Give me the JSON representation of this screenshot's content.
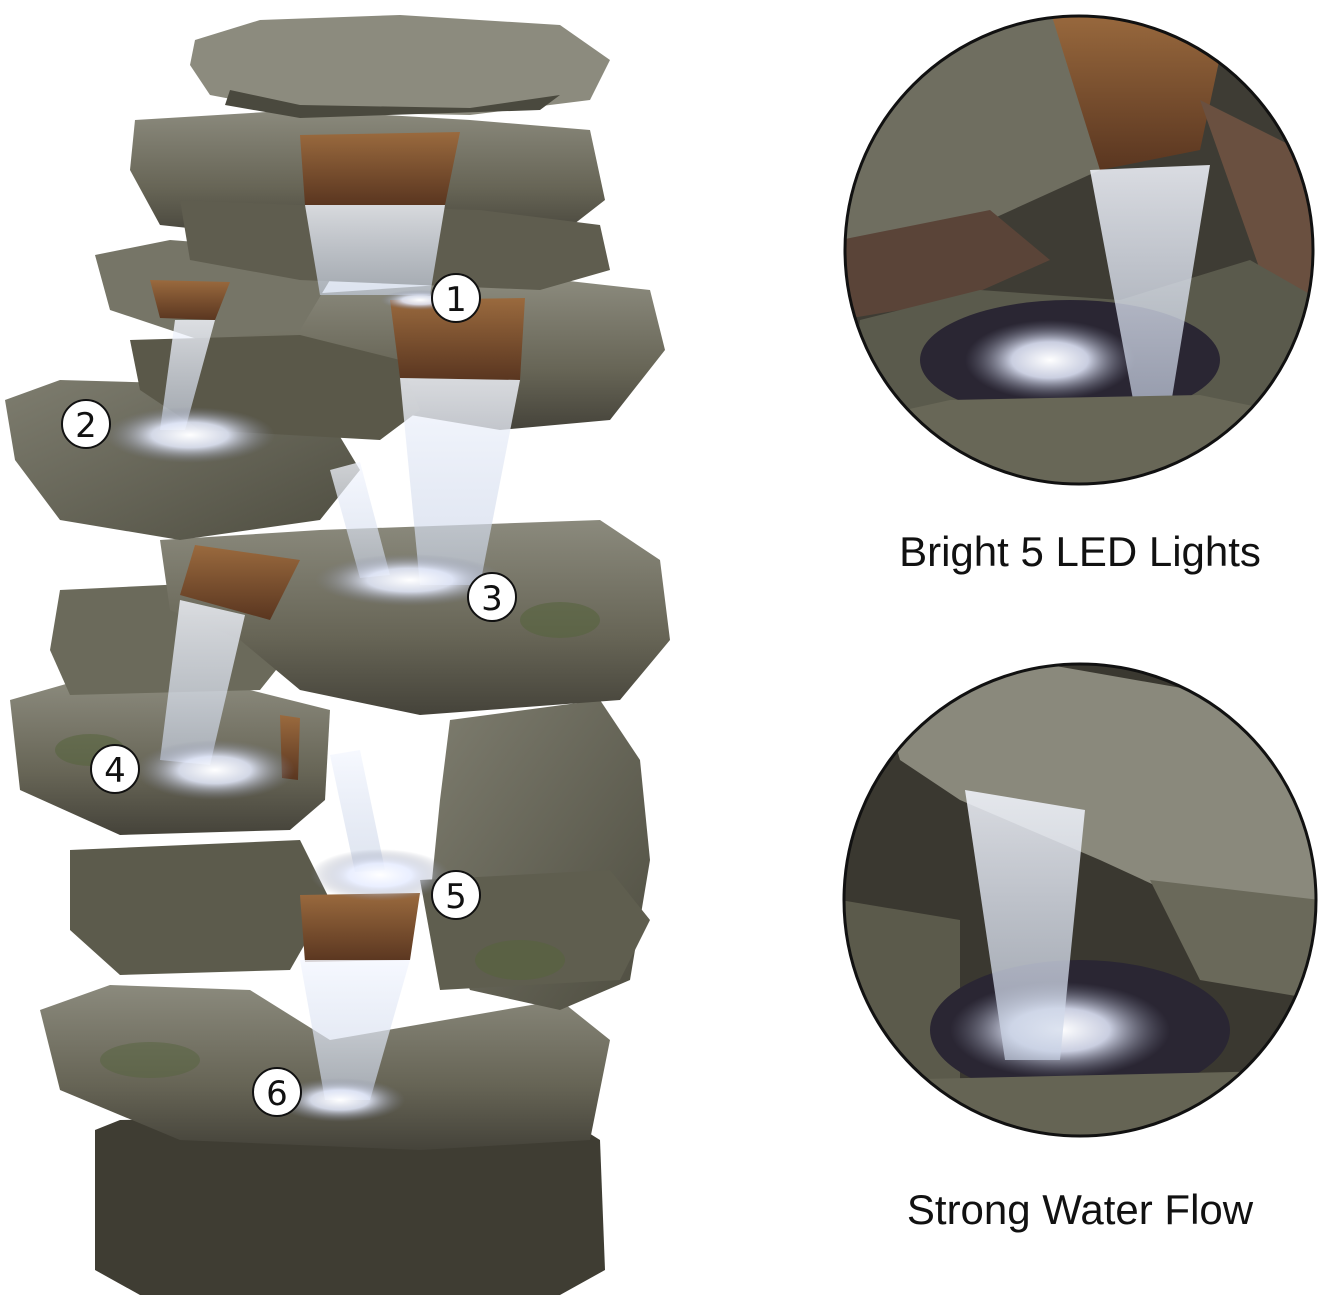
{
  "captions": {
    "lights": "Bright 5 LED Lights",
    "flow": "Strong Water Flow"
  },
  "markers": [
    "1",
    "2",
    "3",
    "4",
    "5",
    "6"
  ],
  "colors": {
    "rock_light": "#8a8a7c",
    "rock_mid": "#6c6b5d",
    "rock_dark": "#3f3d33",
    "moss": "#5d6a42",
    "rust": "#7a4a2a",
    "water": "#e8eef8",
    "glow": "#ffffff"
  }
}
